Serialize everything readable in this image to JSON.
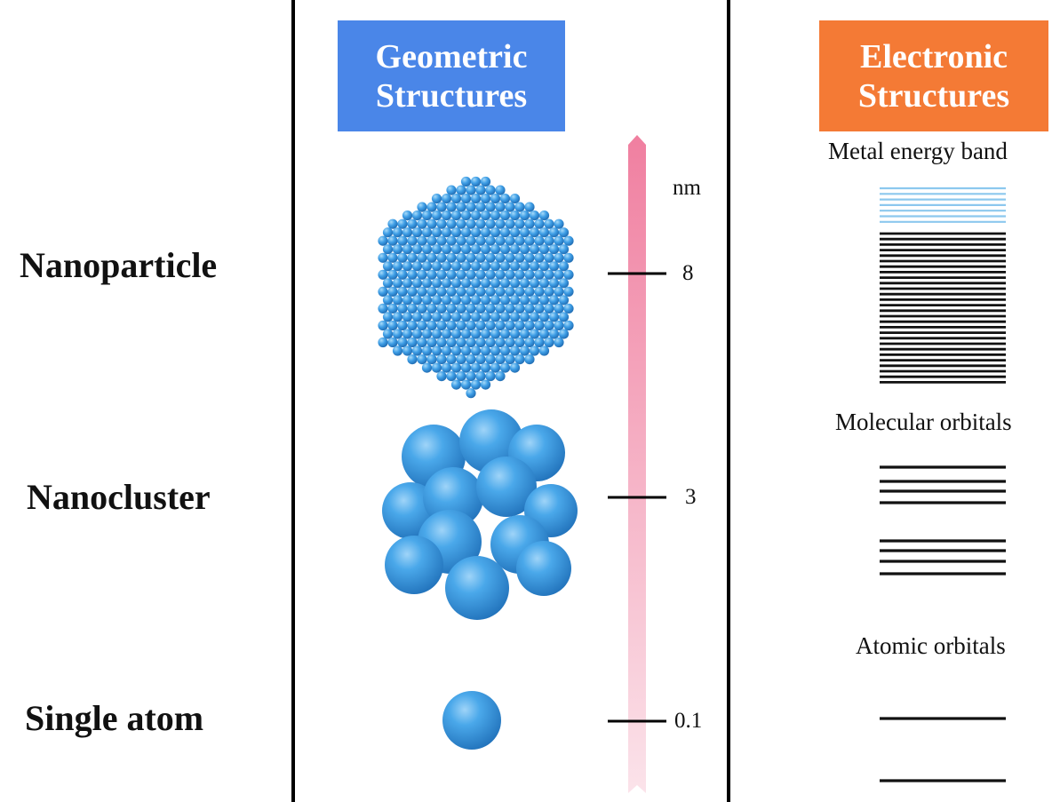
{
  "headers": {
    "geometric": [
      "Geometric",
      "Structures"
    ],
    "electronic": [
      "Electronic",
      "Structures"
    ]
  },
  "rows": [
    {
      "label": "Nanoparticle",
      "scale": 8
    },
    {
      "label": "Nanocluster",
      "scale": 3
    },
    {
      "label": "Single atom",
      "scale": 0.1
    }
  ],
  "scale_unit": "nm",
  "electronic": {
    "band_title": "Metal energy band",
    "molecular_title": "Molecular orbitals",
    "atomic_title": "Atomic orbitals"
  },
  "colors": {
    "geometric_header": "#4a86e8",
    "electronic_header": "#f47a35",
    "scale_arrow_top": "#f07fa0",
    "scale_arrow_bottom": "#fbe3ea",
    "atom": "#3a9be0",
    "unoccupied_band": "#8cc8ee",
    "occupied_band": "#111111"
  }
}
